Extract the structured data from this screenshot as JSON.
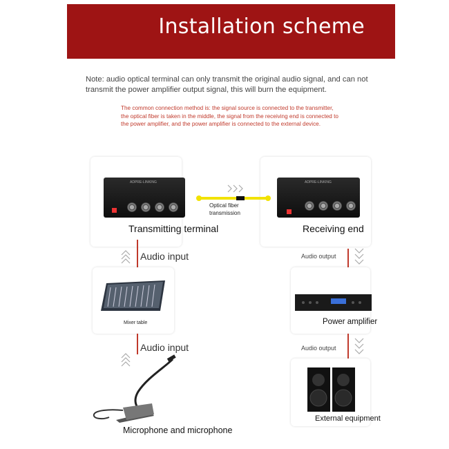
{
  "header": {
    "title": "Installation scheme"
  },
  "note": "Note: audio optical terminal can only transmit the original audio signal, and can not transmit the power amplifier output signal, this will burn the equipment.",
  "connection_note": "The common connection method is: the signal source is connected to the transmitter, the optical fiber is taken in the middle, the signal from the receiving end is connected to the power amplifier, and the power amplifier is connected to the external device.",
  "nodes": {
    "transmitter": {
      "label": "Transmitting terminal",
      "brand": "ADPRE-LINKING"
    },
    "receiver": {
      "label": "Receiving end",
      "brand": "ADPRE-LINKING"
    },
    "mixer": {
      "label": "Mixer table"
    },
    "amplifier": {
      "label": "Power amplifier"
    },
    "speakers": {
      "label": "External equipment"
    },
    "microphone": {
      "label": "Microphone and microphone"
    }
  },
  "links": {
    "fiber": "Optical fiber\ntransmission",
    "audio_input_1": "Audio input",
    "audio_input_2": "Audio input",
    "audio_output_1": "Audio output",
    "audio_output_2": "Audio output"
  },
  "colors": {
    "brand_red": "#9e1414",
    "accent_red": "#c0392b",
    "fiber_yellow": "#f2e200"
  }
}
